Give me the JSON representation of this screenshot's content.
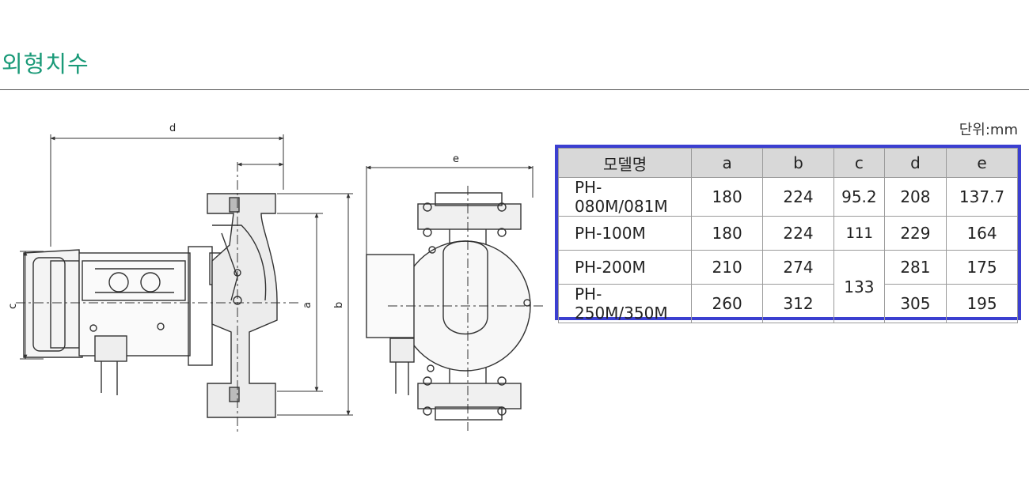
{
  "page": {
    "title": "외형치수"
  },
  "drawing": {
    "dim_labels": {
      "a": "a",
      "b": "b",
      "c": "c",
      "d": "d",
      "e": "e"
    }
  },
  "table": {
    "unit": "단위:mm",
    "headers": [
      "모델명",
      "a",
      "b",
      "c",
      "d",
      "e"
    ],
    "rows": [
      {
        "model": "PH-080M/081M",
        "a": "180",
        "b": "224",
        "c": "95.2",
        "d": "208",
        "e": "137.7"
      },
      {
        "model": "PH-100M",
        "a": "180",
        "b": "224",
        "c": "111",
        "d": "229",
        "e": "164"
      },
      {
        "model": "PH-200M",
        "a": "210",
        "b": "274",
        "c": "133",
        "d": "281",
        "e": "175"
      },
      {
        "model": "PH-250M/350M",
        "a": "260",
        "b": "312",
        "c": "",
        "d": "305",
        "e": "195"
      }
    ]
  },
  "colors": {
    "title": "#1a9a78",
    "table_border": "#3b3fd0",
    "header_bg": "#d8d8d8"
  }
}
